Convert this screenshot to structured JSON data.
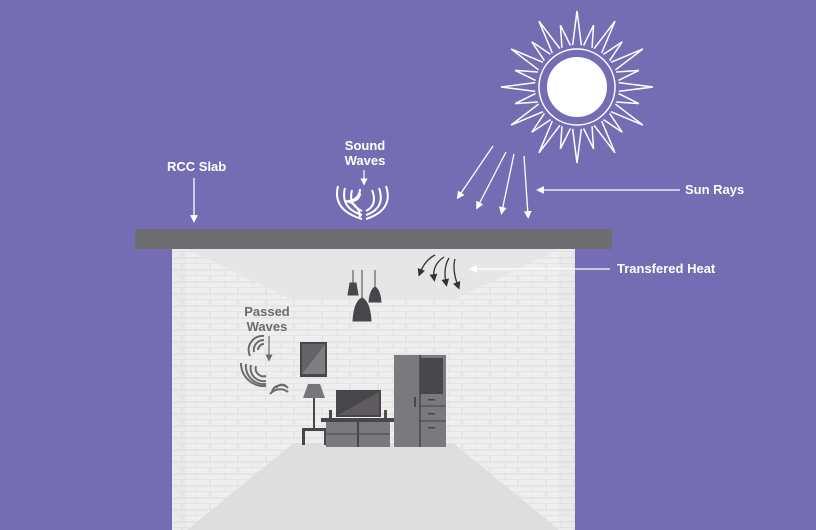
{
  "labels": {
    "rcc_slab": "RCC Slab",
    "sound_waves_line1": "Sound",
    "sound_waves_line2": "Waves",
    "sun_rays": "Sun Rays",
    "transfered_heat": "Transfered Heat",
    "passed_waves_line1": "Passed",
    "passed_waves_line2": "Waves"
  },
  "colors": {
    "background": "#756db3",
    "slab": "#6d6d72",
    "wall": "#ececec",
    "furniture": "#505055"
  }
}
